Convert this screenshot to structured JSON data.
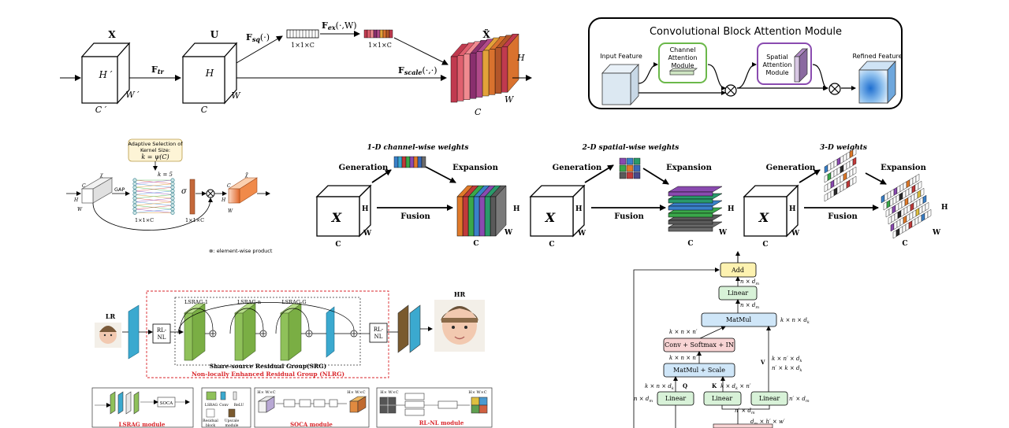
{
  "se": {
    "x_label": "X",
    "u_label": "U",
    "xt_label": "X̃",
    "h_prime": "H ′",
    "w_prime": "W ′",
    "c_prime": "C ′",
    "h": "H",
    "w": "W",
    "c": "C",
    "ftr": "F",
    "ftr_sub": "tr",
    "fsq": "F",
    "fsq_sub": "sq",
    "fsq_args": "(·)",
    "fex": "F",
    "fex_sub": "ex",
    "fex_args": "(·,W)",
    "fscale": "F",
    "fscale_sub": "scale",
    "fscale_args": "(·,·)",
    "vec_dims": "1×1×C",
    "colors": [
      "#c03a4f",
      "#e0606f",
      "#f08a90",
      "#8a2f6e",
      "#b04a8a",
      "#e3a23a",
      "#d9722e",
      "#b3562a"
    ]
  },
  "cbam": {
    "title": "Convolutional Block Attention Module",
    "input": "Input Feature",
    "channel": [
      "Channel",
      "Attention",
      "Module"
    ],
    "spatial": [
      "Spatial",
      "Attention",
      "Module"
    ],
    "refined": "Refined Feature"
  },
  "eca": {
    "adaptive": [
      "Adaptive Selection of",
      "Kernel Size:"
    ],
    "formula": "k = ψ(C)",
    "k5": "k = 5",
    "gap": "GAP",
    "sigma": "σ",
    "dims1": "1×1×C",
    "dims2": "1×1×C",
    "chi": "χ",
    "chi_tilde": "χ̃",
    "c": "C",
    "h": "H",
    "w": "W",
    "legend": "⊗: element-wise product"
  },
  "dims": {
    "header1": "1-D channel-wise weights",
    "header2": "2-D spatial-wise weights",
    "header3": "3-D weights",
    "generation": "Generation",
    "expansion": "Expansion",
    "fusion": "Fusion",
    "x": "X",
    "h": "H",
    "w": "W",
    "c": "C"
  },
  "san": {
    "lr": "LR",
    "hr": "HR",
    "rlnl": [
      "RL-",
      "NL"
    ],
    "lsrag1": "LSRAG-1",
    "lsragn": "LSRAG-n",
    "lsragg": "LSRAG-G",
    "srg": "Share-source Residual Group(SRG)",
    "nlrg": "Non-locally Enhanced Residual Group (NLRG)",
    "lsrag_module": "LSRAG module",
    "soca_module": "SOCA module",
    "rlnl_module": "RL-NL module",
    "soca": "SOCA",
    "hwc": "H× W×C",
    "legend": [
      "LSRAG",
      "Conv",
      "ReLU",
      "Residual",
      "block",
      "Upscale",
      "module"
    ]
  },
  "tr": {
    "add": "Add",
    "linear": "Linear",
    "matmul": "MatMul",
    "conv": "Conv + Softmax + IN",
    "matmul_scale": "MatMul + Scale",
    "q": "Q",
    "k": "K",
    "v": "V",
    "n_dm": "n × d",
    "n_dm_sub": "m",
    "k_n_dk": "k × n × d",
    "k_n_dk_sub": "k",
    "k_n_n": "k × n × n′",
    "k_nn_dk": "k × n′ × d",
    "nn_k_dk": "n′ × k × d",
    "k_dk_n": "k × d",
    "k_dk_n_tail": " × n′",
    "nn_dm": "n′ × d",
    "bottom": "d",
    "bottom_tail": " × h′ × w′"
  }
}
